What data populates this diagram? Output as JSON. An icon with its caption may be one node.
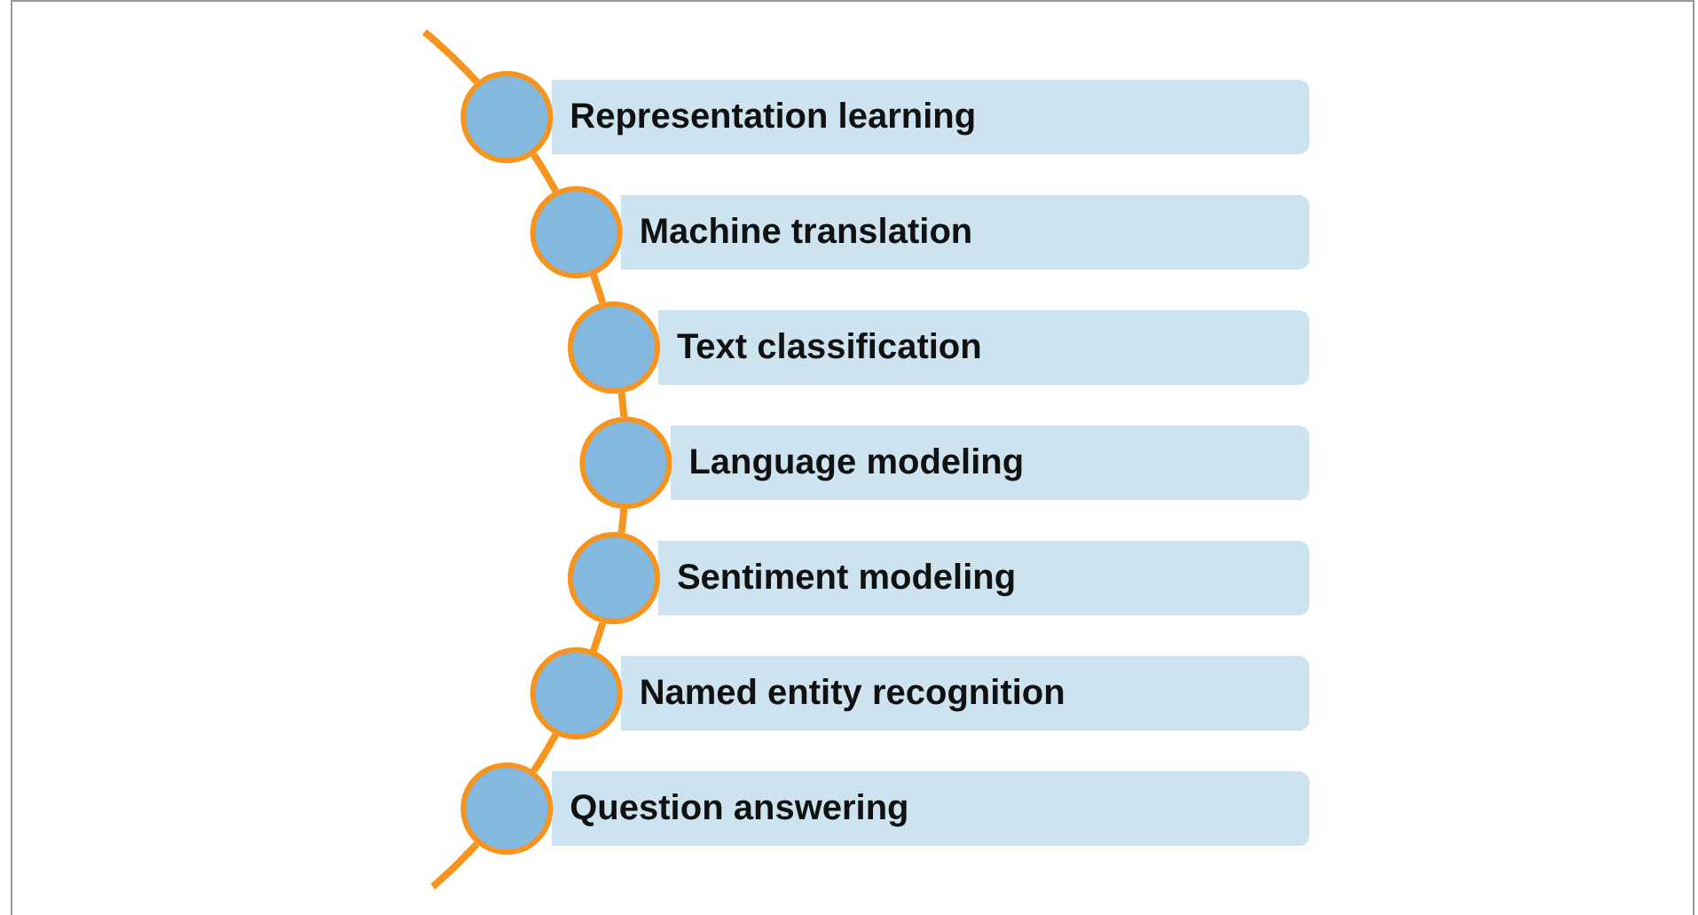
{
  "diagram": {
    "nodes": [
      {
        "text": [
          "Representation learning"
        ]
      },
      {
        "text": [
          "Machine translation"
        ]
      },
      {
        "text": [
          "Text classification"
        ]
      },
      {
        "text": [
          "Language modeling"
        ]
      },
      {
        "text": [
          "Sentiment modeling"
        ]
      },
      {
        "text": [
          "Named entity recognition"
        ]
      },
      {
        "text": [
          "Question answering"
        ]
      },
      {
        "text": [],
        "shape": "circle"
      },
      {
        "text": [],
        "shape": "circle"
      },
      {
        "text": [],
        "shape": "circle"
      },
      {
        "text": [],
        "shape": "circle"
      },
      {
        "text": [],
        "shape": "circle"
      },
      {
        "text": [],
        "shape": "circle"
      },
      {
        "text": [],
        "shape": "circle"
      }
    ],
    "edges": [
      {
        "from": null,
        "to": 7,
        "arrow": "none"
      },
      {
        "from": 7,
        "to": 8,
        "arrow": "none"
      },
      {
        "from": 8,
        "to": 9,
        "arrow": "none"
      },
      {
        "from": 9,
        "to": 10,
        "arrow": "none"
      },
      {
        "from": 10,
        "to": 11,
        "arrow": "none"
      },
      {
        "from": 11,
        "to": 12,
        "arrow": "none"
      },
      {
        "from": 12,
        "to": 13,
        "arrow": "none"
      },
      {
        "from": 13,
        "to": null,
        "arrow": "none"
      }
    ]
  }
}
